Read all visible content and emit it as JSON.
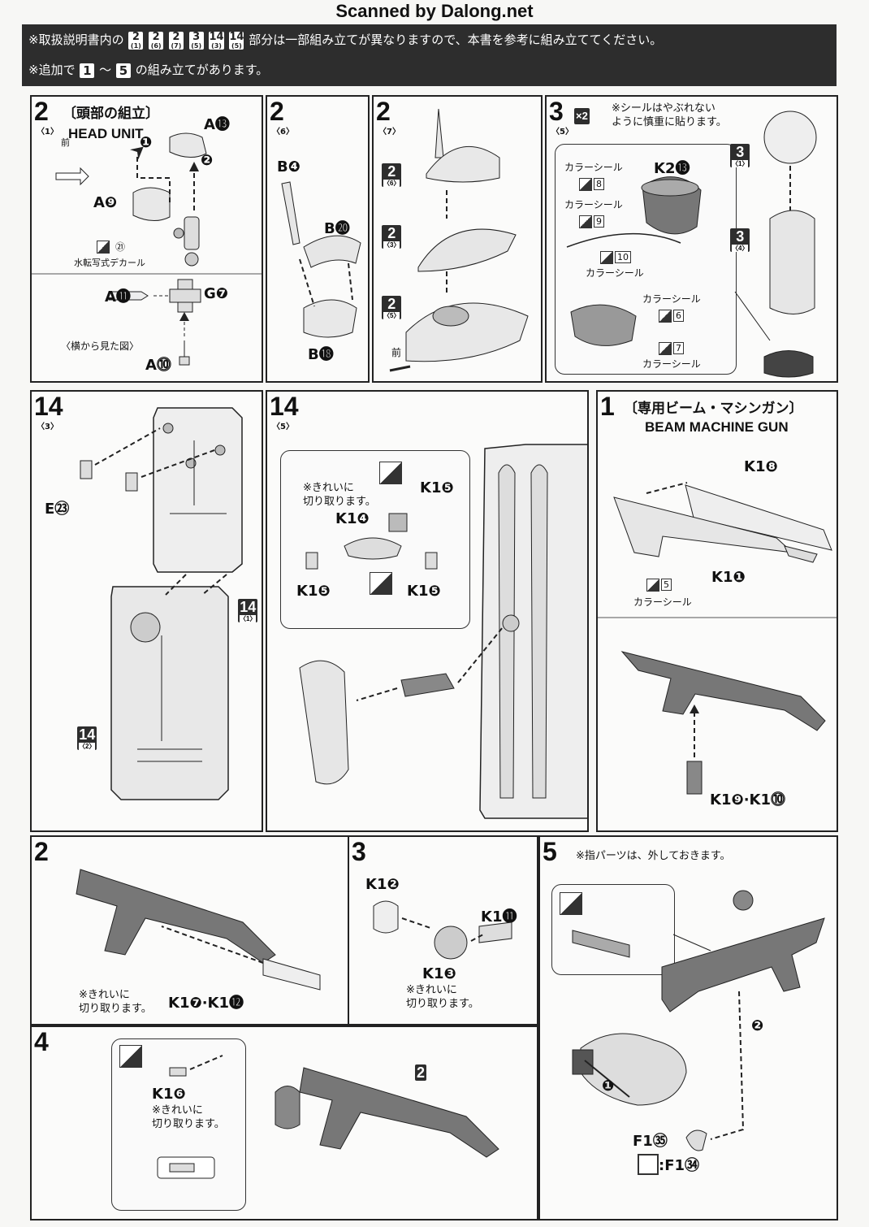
{
  "scan_credit": "Scanned by Dalong.net",
  "header": {
    "line1_prefix": "※取扱説明書内の",
    "line1_boxes": [
      {
        "num": "2",
        "sub": "(1)"
      },
      {
        "num": "2",
        "sub": "(6)"
      },
      {
        "num": "2",
        "sub": "(7)"
      },
      {
        "num": "3",
        "sub": "(5)"
      },
      {
        "num": "14",
        "sub": "(3)"
      },
      {
        "num": "14",
        "sub": "(5)"
      }
    ],
    "line1_suffix": "部分は一部組み立てが異なりますので、本書を参考に組み立ててください。",
    "line2_prefix": "※追加で",
    "line2_from": "1",
    "line2_tilde": "〜",
    "line2_to": "5",
    "line2_suffix": "の組み立てがあります。"
  },
  "panels": {
    "p2_1": {
      "step": "2",
      "sub": "〈1〉",
      "title_jp": "〔頭部の組立〕",
      "title_en": "HEAD UNIT",
      "front": "前",
      "parts": [
        "A⓭",
        "A❾",
        "A⓫",
        "G❼",
        "A⓾"
      ],
      "decal": "水転写式デカール",
      "decal_num": "㉑",
      "side_view": "〈横から見た図〉",
      "arrows": [
        "❶",
        "❷"
      ]
    },
    "p2_6": {
      "step": "2",
      "sub": "〈6〉",
      "parts": [
        "B❹",
        "B⓴",
        "B⓲"
      ]
    },
    "p2_7": {
      "step": "2",
      "sub": "〈7〉",
      "refs": [
        {
          "num": "2",
          "sub": "〈6〉"
        },
        {
          "num": "2",
          "sub": "〈3〉"
        },
        {
          "num": "2",
          "sub": "〈5〉"
        }
      ],
      "front": "前"
    },
    "p3_5": {
      "step": "3",
      "sub": "〈5〉",
      "multiplier": "×2",
      "note": "※シールはやぶれない\nように慎重に貼ります。",
      "part": "K2⓭",
      "seal_label": "カラーシール",
      "seals": [
        "8",
        "9",
        "10",
        "6",
        "7"
      ],
      "refs": [
        {
          "num": "3",
          "sub": "〈1〉"
        },
        {
          "num": "3",
          "sub": "〈4〉"
        }
      ]
    },
    "p14_3": {
      "step": "14",
      "sub": "〈3〉",
      "parts": [
        "E㉓"
      ],
      "refs": [
        {
          "num": "14",
          "sub": "〈1〉"
        },
        {
          "num": "14",
          "sub": "〈2〉"
        }
      ]
    },
    "p14_5": {
      "step": "14",
      "sub": "〈5〉",
      "note": "※きれいに\n切り取ります。",
      "parts": [
        "K1❺",
        "K1❹",
        "K1❺",
        "K1❺"
      ]
    },
    "p1": {
      "step": "1",
      "title_jp": "〔専用ビーム・マシンガン〕",
      "title_en": "BEAM MACHINE GUN",
      "parts": [
        "K1❽",
        "K1❶",
        "K1❾·K1⓾"
      ],
      "seal_label": "カラーシール",
      "seal": "5"
    },
    "p2": {
      "step": "2",
      "parts": "K1❼·K1⓬",
      "note": "※きれいに\n切り取ります。"
    },
    "p3": {
      "step": "3",
      "parts": [
        "K1❷",
        "K1⓫",
        "K1❸"
      ],
      "note": "※きれいに\n切り取ります。"
    },
    "p4": {
      "step": "4",
      "part": "K1❻",
      "note": "※きれいに\n切り取ります。",
      "ref": "2"
    },
    "p5": {
      "step": "5",
      "note": "※指パーツは、外しておきます。",
      "parts": [
        "F1㉟",
        ":F1㉞"
      ],
      "arrows": [
        "❶",
        "❷"
      ]
    }
  }
}
